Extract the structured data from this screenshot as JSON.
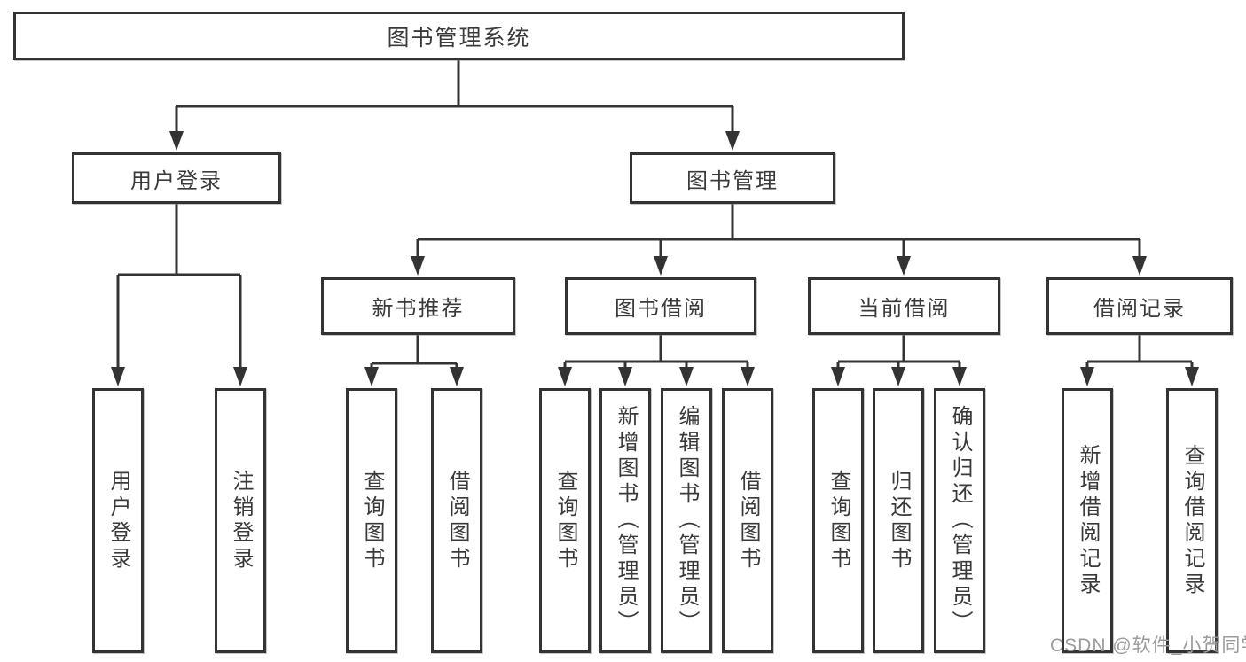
{
  "diagram": {
    "title": "图书管理系统",
    "root": {
      "label": "图书管理系统"
    },
    "branches": [
      {
        "label": "用户登录",
        "children": [
          {
            "label": "用户登录"
          },
          {
            "label": "注销登录"
          }
        ]
      },
      {
        "label": "图书管理",
        "children": [
          {
            "label": "新书推荐",
            "children": [
              {
                "label": "查询图书"
              },
              {
                "label": "借阅图书"
              }
            ]
          },
          {
            "label": "图书借阅",
            "children": [
              {
                "label": "查询图书"
              },
              {
                "label": "新增图书（管理员）"
              },
              {
                "label": "编辑图书（管理员）"
              },
              {
                "label": "借阅图书"
              }
            ]
          },
          {
            "label": "当前借阅",
            "children": [
              {
                "label": "查询图书"
              },
              {
                "label": "归还图书"
              },
              {
                "label": "确认归还（管理员）"
              }
            ]
          },
          {
            "label": "借阅记录",
            "children": [
              {
                "label": "新增借阅记录"
              },
              {
                "label": "查询借阅记录"
              }
            ]
          }
        ]
      }
    ]
  },
  "watermark": {
    "text": "CSDN @软件_小贺同学"
  },
  "colors": {
    "line": "#333333",
    "text": "#3a3a3a",
    "watermark": "#9b9b9b",
    "background": "#ffffff"
  }
}
